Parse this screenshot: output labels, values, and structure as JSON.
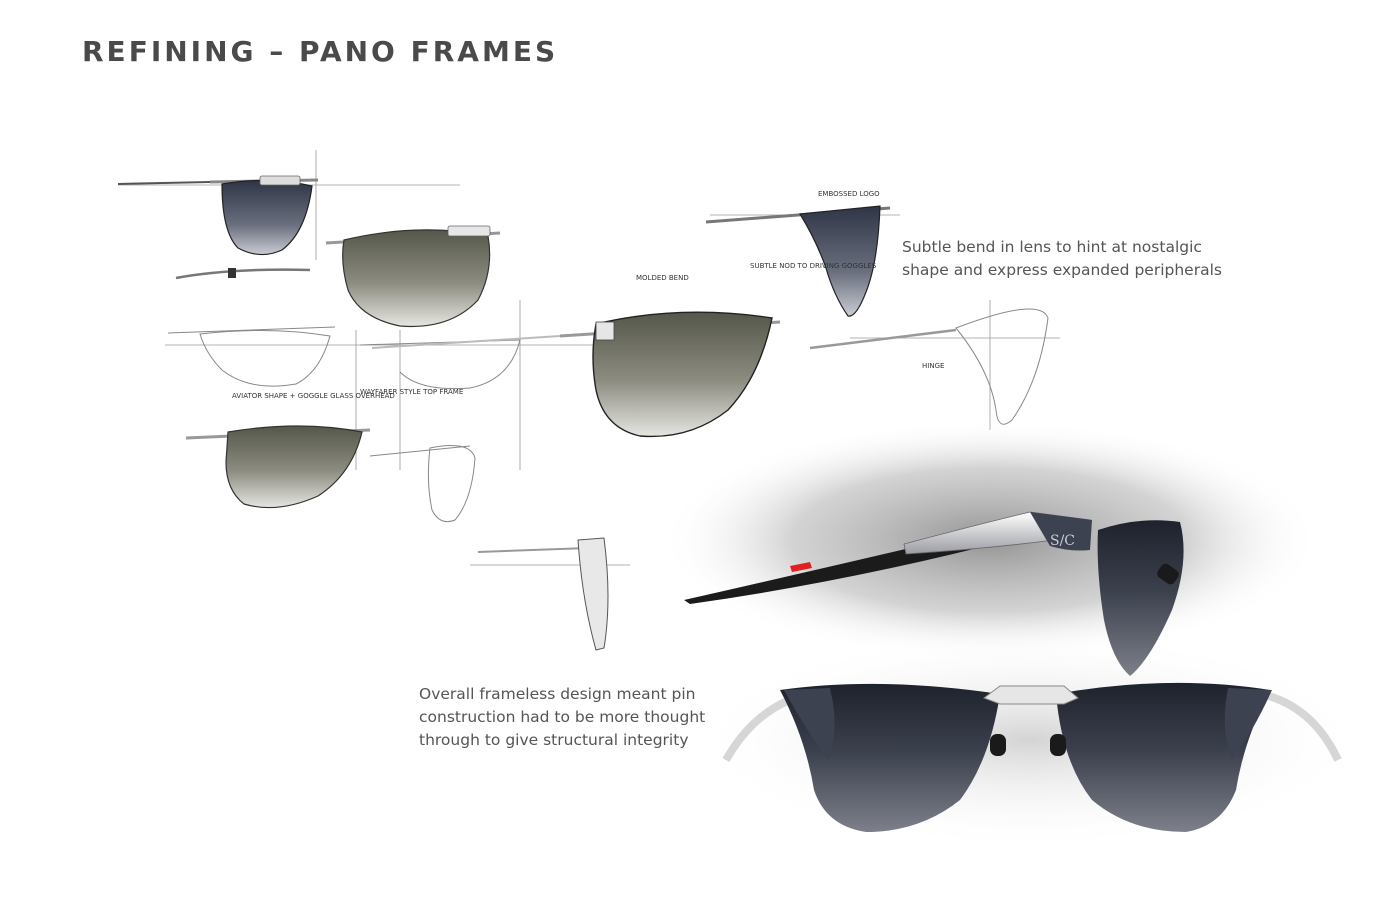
{
  "title": "REFINING – PANO FRAMES",
  "captions": {
    "lens_bend": [
      "Subtle bend in lens to hint at nostalgic",
      "shape and express expanded peripherals"
    ],
    "frameless": [
      "Overall frameless design meant pin",
      "construction had to be more thought",
      "through to give structural integrity"
    ]
  },
  "sketch_notes": {
    "embossed_logo": "EMBOSSED LOGO",
    "molded_bend": "MOLDED BEND",
    "subtle_nod": "SUBTLE NOD TO DRIVING GOGGLES",
    "aviator": "AVIATOR SHAPE + GOGGLE GLASS OVERHEAD",
    "wayfarer": "WAYFARER STYLE TOP FRAME",
    "hinge": "HINGE"
  },
  "logo_mark": "S/C",
  "colors": {
    "title": "#4a4a4a",
    "caption": "#555555",
    "lens_dark": "#3d4250",
    "lens_tint": "#6f6f62",
    "accent_red": "#e02020"
  }
}
